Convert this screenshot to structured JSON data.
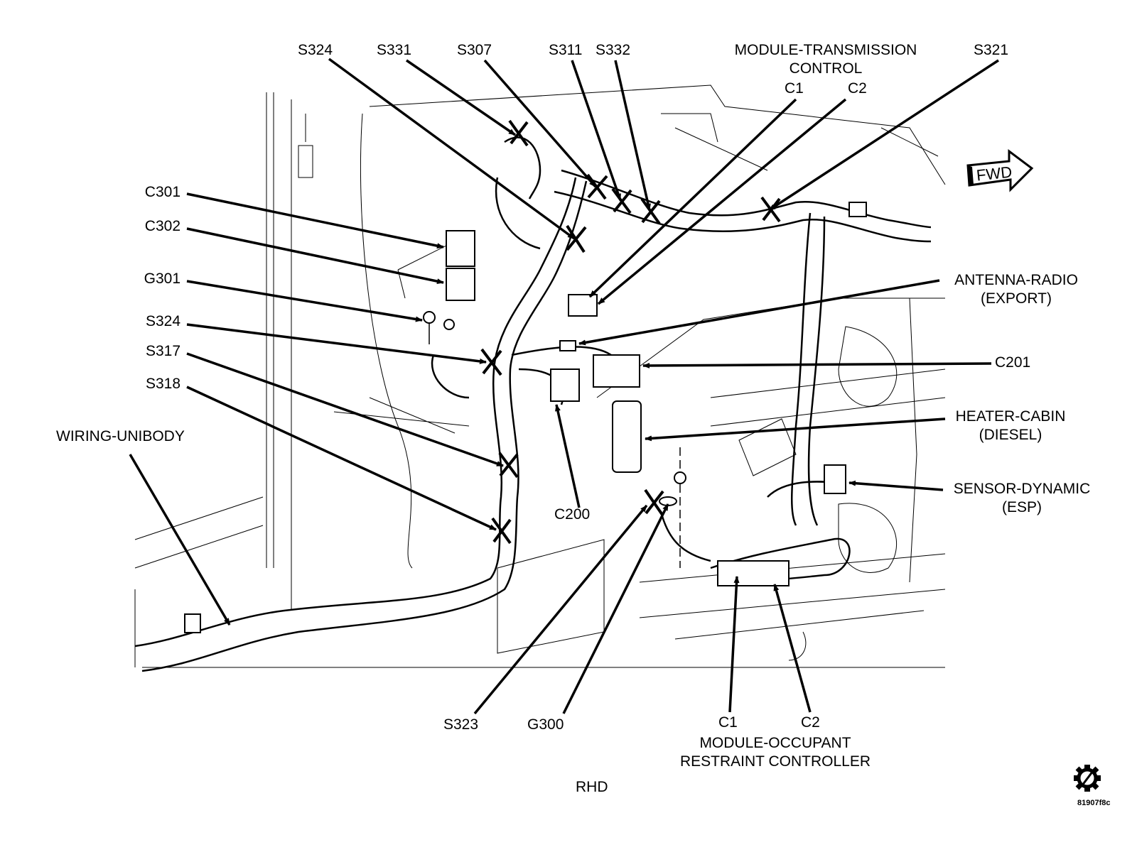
{
  "diagram": {
    "title_bottom": "RHD",
    "figure_code": "81907f8c",
    "direction_badge": "FWD",
    "ink_color": "#000000",
    "background_color": "#ffffff",
    "labels": [
      {
        "id": "s324-top",
        "text": "S324",
        "kind": "splice"
      },
      {
        "id": "s331",
        "text": "S331",
        "kind": "splice"
      },
      {
        "id": "s307",
        "text": "S307",
        "kind": "splice"
      },
      {
        "id": "s311",
        "text": "S311",
        "kind": "splice"
      },
      {
        "id": "s332",
        "text": "S332",
        "kind": "splice"
      },
      {
        "id": "tcm",
        "text": "MODULE-TRANSMISSION",
        "text2": "CONTROL",
        "kind": "component"
      },
      {
        "id": "tcm-c1",
        "text": "C1",
        "kind": "connector"
      },
      {
        "id": "tcm-c2",
        "text": "C2",
        "kind": "connector"
      },
      {
        "id": "s321",
        "text": "S321",
        "kind": "splice"
      },
      {
        "id": "c301",
        "text": "C301",
        "kind": "connector"
      },
      {
        "id": "c302",
        "text": "C302",
        "kind": "connector"
      },
      {
        "id": "g301",
        "text": "G301",
        "kind": "ground"
      },
      {
        "id": "s324-left",
        "text": "S324",
        "kind": "splice"
      },
      {
        "id": "s317",
        "text": "S317",
        "kind": "splice"
      },
      {
        "id": "s318",
        "text": "S318",
        "kind": "splice"
      },
      {
        "id": "wiring-unibody",
        "text": "WIRING-UNIBODY",
        "kind": "harness"
      },
      {
        "id": "antenna",
        "text": "ANTENNA-RADIO",
        "text2": "(EXPORT)",
        "kind": "component"
      },
      {
        "id": "c201",
        "text": "C201",
        "kind": "connector"
      },
      {
        "id": "heater",
        "text": "HEATER-CABIN",
        "text2": "(DIESEL)",
        "kind": "component"
      },
      {
        "id": "sensor",
        "text": "SENSOR-DYNAMIC",
        "text2": "(ESP)",
        "kind": "component"
      },
      {
        "id": "c200",
        "text": "C200",
        "kind": "connector"
      },
      {
        "id": "s323",
        "text": "S323",
        "kind": "splice"
      },
      {
        "id": "g300",
        "text": "G300",
        "kind": "ground"
      },
      {
        "id": "orc-c1",
        "text": "C1",
        "kind": "connector"
      },
      {
        "id": "orc-c2",
        "text": "C2",
        "kind": "connector"
      },
      {
        "id": "orc",
        "text": "MODULE-OCCUPANT",
        "text2": "RESTRAINT CONTROLLER",
        "kind": "component"
      }
    ]
  }
}
